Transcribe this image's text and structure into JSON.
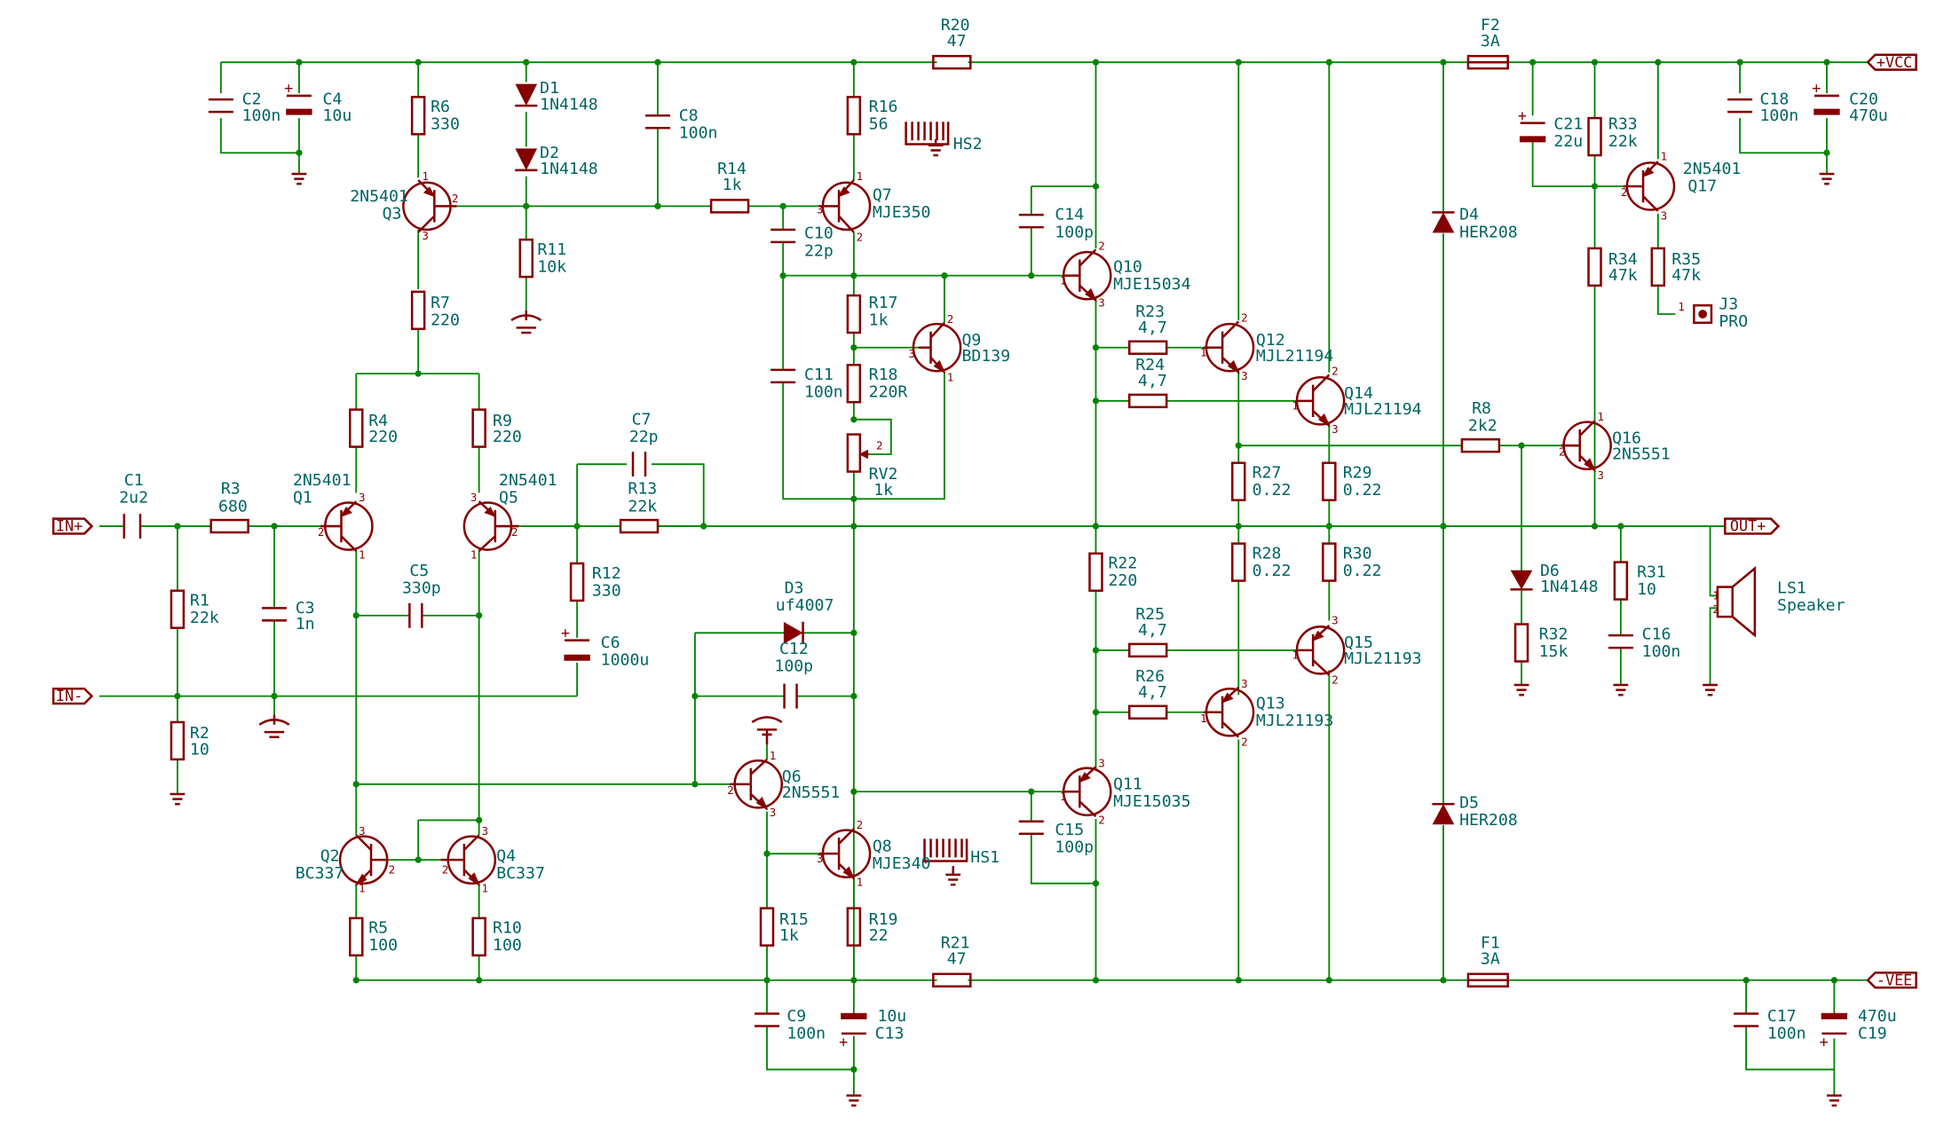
{
  "nets": {
    "vcc": "+VCC",
    "vee": "-VEE",
    "in_p": "IN+",
    "in_n": "IN-",
    "out": "OUT+"
  },
  "parts": {
    "r20": {
      "ref": "R20",
      "val": "47"
    },
    "f2": {
      "ref": "F2",
      "val": "3A"
    },
    "c2": {
      "ref": "C2",
      "val": "100n"
    },
    "c4": {
      "ref": "C4",
      "val": "10u"
    },
    "r6": {
      "ref": "R6",
      "val": "330"
    },
    "d1": {
      "ref": "D1",
      "val": "1N4148"
    },
    "d2": {
      "ref": "D2",
      "val": "1N4148"
    },
    "c8": {
      "ref": "C8",
      "val": "100n"
    },
    "r16": {
      "ref": "R16",
      "val": "56"
    },
    "hs2": {
      "ref": "HS2"
    },
    "q3": {
      "ref": "Q3",
      "val": "2N5401"
    },
    "r14": {
      "ref": "R14",
      "val": "1k"
    },
    "q7": {
      "ref": "Q7",
      "val": "MJE350"
    },
    "c10": {
      "ref": "C10",
      "val": "22p"
    },
    "r11": {
      "ref": "R11",
      "val": "10k"
    },
    "r7": {
      "ref": "R7",
      "val": "220"
    },
    "c14": {
      "ref": "C14",
      "val": "100p"
    },
    "q10": {
      "ref": "Q10",
      "val": "MJE15034"
    },
    "r17": {
      "ref": "R17",
      "val": "1k"
    },
    "q9": {
      "ref": "Q9",
      "val": "BD139"
    },
    "c11": {
      "ref": "C11",
      "val": "100n"
    },
    "r18": {
      "ref": "R18",
      "val": "220R"
    },
    "rv2": {
      "ref": "RV2",
      "val": "1k"
    },
    "r23": {
      "ref": "R23",
      "val": "4,7"
    },
    "r24": {
      "ref": "R24",
      "val": "4,7"
    },
    "q12": {
      "ref": "Q12",
      "val": "MJL21194"
    },
    "q14": {
      "ref": "Q14",
      "val": "MJL21194"
    },
    "r4": {
      "ref": "R4",
      "val": "220"
    },
    "r9": {
      "ref": "R9",
      "val": "220"
    },
    "c7": {
      "ref": "C7",
      "val": "22p"
    },
    "r13": {
      "ref": "R13",
      "val": "22k"
    },
    "q1": {
      "ref": "Q1",
      "val": "2N5401"
    },
    "q5": {
      "ref": "Q5",
      "val": "2N5401"
    },
    "c1": {
      "ref": "C1",
      "val": "2u2"
    },
    "r3": {
      "ref": "R3",
      "val": "680"
    },
    "r1": {
      "ref": "R1",
      "val": "22k"
    },
    "c3": {
      "ref": "C3",
      "val": "1n"
    },
    "r2": {
      "ref": "R2",
      "val": "10"
    },
    "c5": {
      "ref": "C5",
      "val": "330p"
    },
    "r12": {
      "ref": "R12",
      "val": "330"
    },
    "c6": {
      "ref": "C6",
      "val": "1000u"
    },
    "d3": {
      "ref": "D3",
      "val": "uf4007"
    },
    "c12": {
      "ref": "C12",
      "val": "100p"
    },
    "q6": {
      "ref": "Q6",
      "val": "2N5551"
    },
    "r27": {
      "ref": "R27",
      "val": "0.22"
    },
    "r29": {
      "ref": "R29",
      "val": "0.22"
    },
    "r28": {
      "ref": "R28",
      "val": "0.22"
    },
    "r30": {
      "ref": "R30",
      "val": "0.22"
    },
    "r22": {
      "ref": "R22",
      "val": "220"
    },
    "r25": {
      "ref": "R25",
      "val": "4,7"
    },
    "r26": {
      "ref": "R26",
      "val": "4,7"
    },
    "q15": {
      "ref": "Q15",
      "val": "MJL21193"
    },
    "q13": {
      "ref": "Q13",
      "val": "MJL21193"
    },
    "q11": {
      "ref": "Q11",
      "val": "MJE15035"
    },
    "c15": {
      "ref": "C15",
      "val": "100p"
    },
    "q2": {
      "ref": "Q2",
      "val": "BC337"
    },
    "q4": {
      "ref": "Q4",
      "val": "BC337"
    },
    "q8": {
      "ref": "Q8",
      "val": "MJE340"
    },
    "hs1": {
      "ref": "HS1"
    },
    "r5": {
      "ref": "R5",
      "val": "100"
    },
    "r10": {
      "ref": "R10",
      "val": "100"
    },
    "r15": {
      "ref": "R15",
      "val": "1k"
    },
    "r19": {
      "ref": "R19",
      "val": "22"
    },
    "r21": {
      "ref": "R21",
      "val": "47"
    },
    "c9": {
      "ref": "C9",
      "val": "100n"
    },
    "c13": {
      "ref": "C13",
      "val": "10u"
    },
    "f1": {
      "ref": "F1",
      "val": "3A"
    },
    "c17": {
      "ref": "C17",
      "val": "100n"
    },
    "c19": {
      "ref": "C19",
      "val": "470u"
    },
    "d4": {
      "ref": "D4",
      "val": "HER208"
    },
    "d5": {
      "ref": "D5",
      "val": "HER208"
    },
    "c21": {
      "ref": "C21",
      "val": "22u"
    },
    "r33": {
      "ref": "R33",
      "val": "22k"
    },
    "q17": {
      "ref": "Q17",
      "val": "2N5401"
    },
    "r34": {
      "ref": "R34",
      "val": "47k"
    },
    "r35": {
      "ref": "R35",
      "val": "47k"
    },
    "j3": {
      "ref": "J3",
      "val": "PRO"
    },
    "c18": {
      "ref": "C18",
      "val": "100n"
    },
    "c20": {
      "ref": "C20",
      "val": "470u"
    },
    "r8": {
      "ref": "R8",
      "val": "2k2"
    },
    "q16": {
      "ref": "Q16",
      "val": "2N5551"
    },
    "d6": {
      "ref": "D6",
      "val": "1N4148"
    },
    "r32": {
      "ref": "R32",
      "val": "15k"
    },
    "r31": {
      "ref": "R31",
      "val": "10"
    },
    "c16": {
      "ref": "C16",
      "val": "100n"
    },
    "ls1": {
      "ref": "LS1",
      "val": "Speaker"
    }
  }
}
